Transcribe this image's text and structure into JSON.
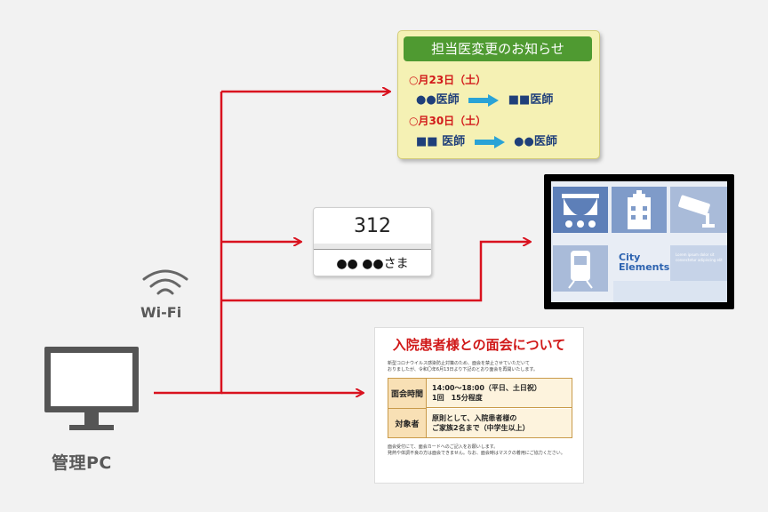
{
  "pc": {
    "label": "管理PC"
  },
  "wifi": {
    "label": "Wi-Fi"
  },
  "notice_board": {
    "title": "担当医変更のお知らせ",
    "entries": [
      {
        "date": "○月23日（土）",
        "from": "●●医師",
        "to": "■■医師"
      },
      {
        "date": "○月30日（土）",
        "from": "■■ 医師",
        "to": "●●医師"
      }
    ]
  },
  "nameplate": {
    "room": "312",
    "name": "●● ●●さま"
  },
  "signage": {
    "title_line1": "City",
    "title_line2": "Elements",
    "small_lines": [
      "Lorem ipsum dolor sit",
      "consectetur adipiscing elit"
    ]
  },
  "poster": {
    "title": "入院患者様との面会について",
    "intro_line1": "新型コロナウイルス感染防止対策のため、面会を禁止させていただいて",
    "intro_line2": "おりましたが、令和〇年6月13日より下記のとおり面会を再開いたします。",
    "rows": [
      {
        "label": "面会時間",
        "line1": "14:00〜18:00（平日、土日祝）",
        "line2": "1回　15分程度"
      },
      {
        "label": "対象者",
        "line1": "原則として、入院患者様の",
        "line2": "ご家族2名まで（中学生以上）"
      }
    ],
    "note_line1": "面会受付にて、面会カードへのご記入をお願いします。",
    "note_line2": "発熱や体調不良の方は面会できません。なお、面会時はマスクの着用にご協力ください。"
  },
  "colors": {
    "wire": "#d9121f",
    "notice_header": "#4f9a31",
    "arrow": "#2aa3d6"
  },
  "icons": [
    "monitor-icon",
    "wifi-icon"
  ]
}
